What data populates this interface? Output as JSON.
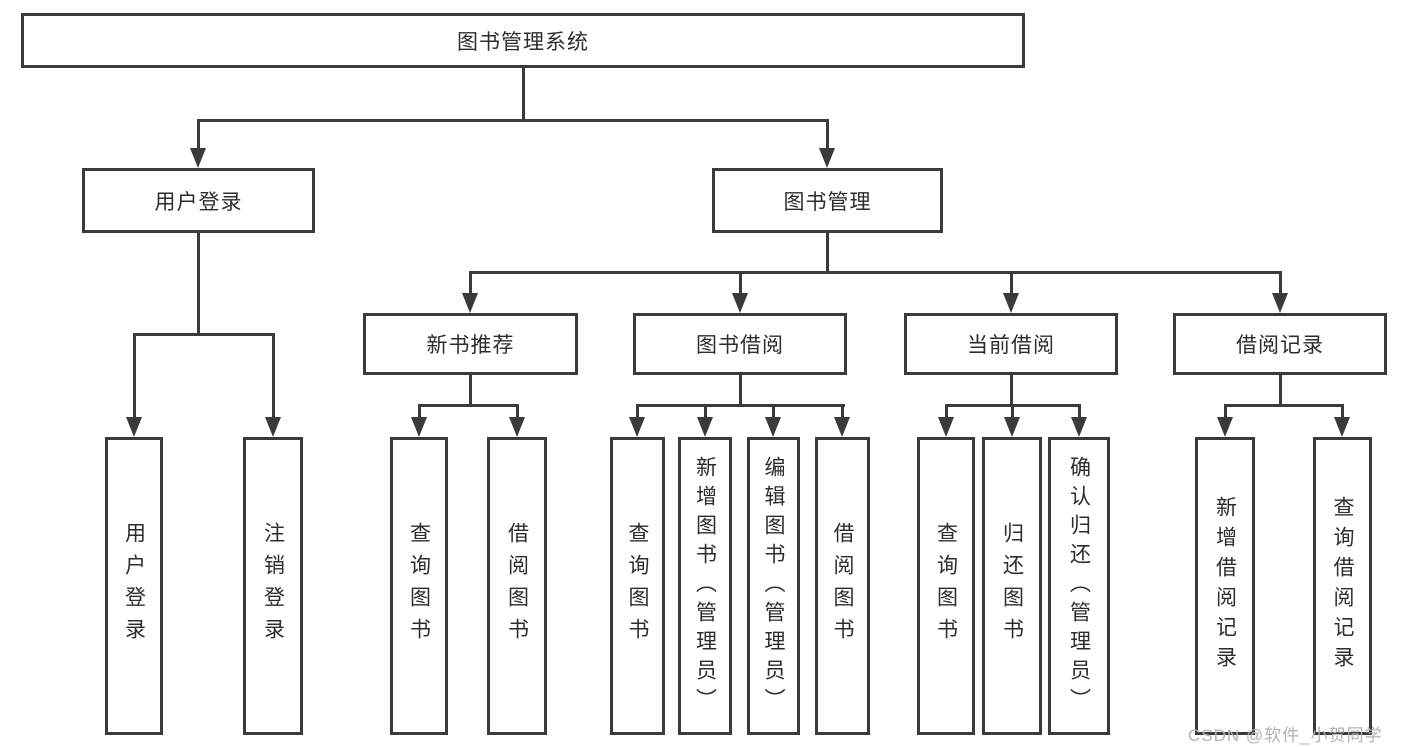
{
  "diagram": {
    "type": "tree",
    "title": "图书管理系统",
    "watermark": "CSDN @软件_小贺同学",
    "colors": {
      "line": "#3a3a3a",
      "text": "#2d2d2d",
      "watermark": "#b3b3b3",
      "background": "#ffffff"
    },
    "nodes": {
      "root": {
        "label": "图书管理系统"
      },
      "user_login": {
        "label": "用户登录"
      },
      "book_mgmt": {
        "label": "图书管理"
      },
      "new_book_rec": {
        "label": "新书推荐"
      },
      "book_borrow": {
        "label": "图书借阅"
      },
      "current_borrow": {
        "label": "当前借阅"
      },
      "borrow_records": {
        "label": "借阅记录"
      },
      "login_leaf": {
        "label": "用户登录"
      },
      "logout_leaf": {
        "label": "注销登录"
      },
      "rec_query_books": {
        "label": "查询图书"
      },
      "rec_borrow_books": {
        "label": "借阅图书"
      },
      "bor_query_books": {
        "label": "查询图书"
      },
      "bor_add_books": {
        "label": "新增图书（管理员）"
      },
      "bor_edit_books": {
        "label": "编辑图书（管理员）"
      },
      "bor_borrow_books": {
        "label": "借阅图书"
      },
      "cur_query_books": {
        "label": "查询图书"
      },
      "cur_return_books": {
        "label": "归还图书"
      },
      "cur_confirm_return": {
        "label": "确认归还（管理员）"
      },
      "rr_add_record": {
        "label": "新增借阅记录"
      },
      "rr_query_record": {
        "label": "查询借阅记录"
      }
    },
    "hierarchy": {
      "图书管理系统": {
        "用户登录": [
          "用户登录",
          "注销登录"
        ],
        "图书管理": {
          "新书推荐": [
            "查询图书",
            "借阅图书"
          ],
          "图书借阅": [
            "查询图书",
            "新增图书（管理员）",
            "编辑图书（管理员）",
            "借阅图书"
          ],
          "当前借阅": [
            "查询图书",
            "归还图书",
            "确认归还（管理员）"
          ],
          "借阅记录": [
            "新增借阅记录",
            "查询借阅记录"
          ]
        }
      }
    }
  }
}
